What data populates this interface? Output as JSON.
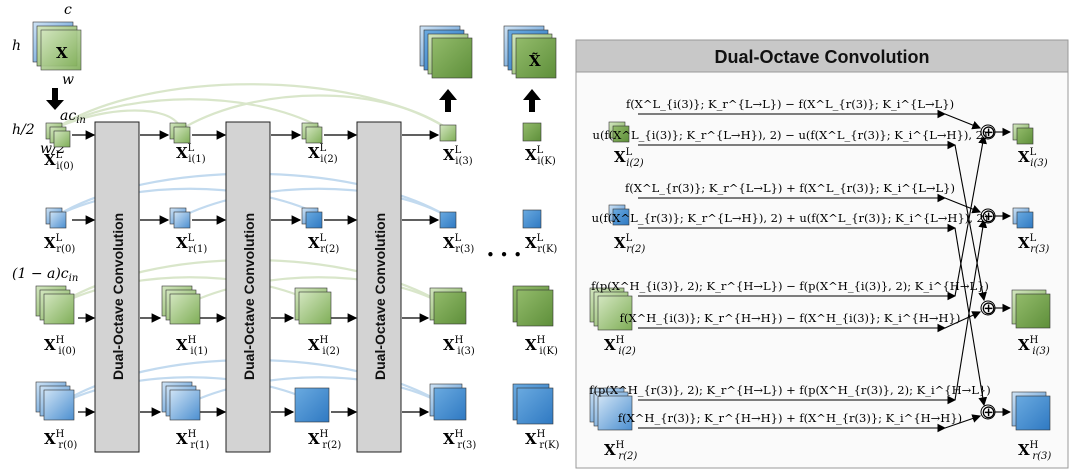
{
  "left": {
    "input_cube": {
      "label": "X",
      "dims": {
        "c": "c",
        "h": "h",
        "w": "w"
      }
    },
    "low_dims": {
      "h": "h/2",
      "w": "w/2",
      "c": "ac",
      "c_sub": "in"
    },
    "high_dims": {
      "c": "(1 − a)c",
      "c_sub": "in"
    },
    "blocks": [
      "Dual-Octave Convolution",
      "Dual-Octave Convolution",
      "Dual-Octave Convolution"
    ],
    "ellipsis": "• • •",
    "rows": [
      {
        "sup": "L",
        "labels": [
          "i(0)",
          "i(1)",
          "i(2)",
          "i(3)",
          "i(K)"
        ]
      },
      {
        "sup": "L",
        "labels": [
          "r(0)",
          "r(1)",
          "r(2)",
          "r(3)",
          "r(K)"
        ]
      },
      {
        "sup": "H",
        "labels": [
          "i(0)",
          "i(1)",
          "i(2)",
          "i(3)",
          "i(K)"
        ]
      },
      {
        "sup": "H",
        "labels": [
          "r(0)",
          "r(1)",
          "r(2)",
          "r(3)",
          "r(K)"
        ]
      }
    ],
    "output_cubes": [
      "",
      "X̃"
    ]
  },
  "panel": {
    "title": "Dual-Octave Convolution",
    "inputs": [
      {
        "sup": "L",
        "sub": "i(2)"
      },
      {
        "sup": "L",
        "sub": "r(2)"
      },
      {
        "sup": "H",
        "sub": "i(2)"
      },
      {
        "sup": "H",
        "sub": "r(2)"
      }
    ],
    "outputs": [
      {
        "sup": "L",
        "sub": "i(3)"
      },
      {
        "sup": "L",
        "sub": "r(3)"
      },
      {
        "sup": "H",
        "sub": "i(3)"
      },
      {
        "sup": "H",
        "sub": "r(3)"
      }
    ],
    "equations": [
      "f(X^L_{i(3)}; K_r^{L→L}) − f(X^L_{r(3)}; K_i^{L→L})",
      "u(f(X^L_{i(3)}; K_r^{L→H}), 2) − u(f(X^L_{r(3)}; K_i^{L→H}), 2)",
      "f(X^L_{r(3)}; K_r^{L→L}) + f(X^L_{r(3)}; K_i^{L→L})",
      "u(f(X^L_{r(3)}; K_r^{L→H}), 2) + u(f(X^L_{r(3)}; K_i^{L→H}), 2)",
      "f(p(X^H_{i(3)}, 2); K_r^{H→L}) − f(p(X^H_{i(3)}, 2); K_i^{H→L})",
      "f(X^H_{i(3)}; K_r^{H→H}) − f(X^H_{i(3)}; K_i^{H→H})",
      "f(p(X^H_{r(3)}, 2); K_r^{H→L}) + f(p(X^H_{r(3)}, 2); K_i^{H→L})",
      "f(X^H_{r(3)}; K_r^{H→H}) + f(X^H_{r(3)}; K_i^{H→H})"
    ],
    "sum_symbol": "⊕"
  },
  "colors": {
    "green": "#8fb86a",
    "blue": "#5b9bd5",
    "block": "#d3d3d3",
    "panel_header": "#c8c8c8"
  }
}
